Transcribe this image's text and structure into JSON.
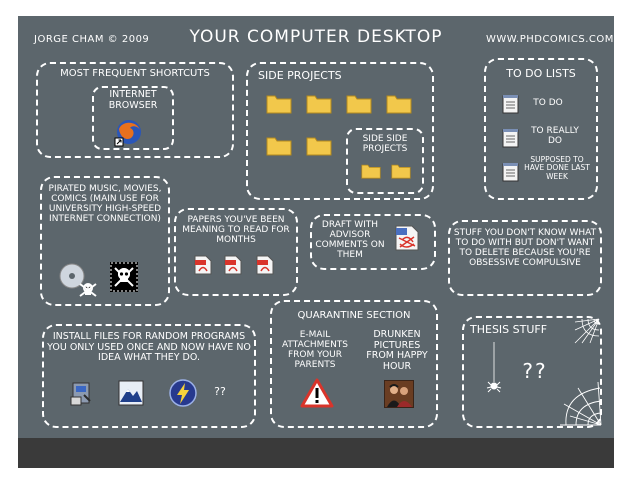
{
  "header": {
    "author": "Jorge Cham © 2009",
    "title": "Your Computer Desktop",
    "website": "www.phdcomics.com"
  },
  "zones": {
    "shortcuts": {
      "label": "Most frequent shortcuts",
      "browser_label": "Internet browser"
    },
    "side_projects": {
      "label": "Side projects",
      "nested_label": "Side side projects"
    },
    "todo": {
      "label": "To do lists",
      "items": [
        "To do",
        "To really do",
        "Supposed to have done last week"
      ]
    },
    "pirated": {
      "label": "Pirated music, movies, comics (main use for university high-speed internet connection)"
    },
    "papers": {
      "label": "Papers you've been meaning to read for months"
    },
    "draft": {
      "label": "Draft with advisor comments on them"
    },
    "stuff": {
      "label": "Stuff you don't know what to do with but don't want to delete because you're obsessive compulsive"
    },
    "install": {
      "label": "Install files for random programs you only used once and now have no idea what they do.",
      "unknown": "??"
    },
    "quarantine": {
      "label": "Quarantine section",
      "email": "E-mail attachments from your parents",
      "drunken": "Drunken pictures from happy hour"
    },
    "thesis": {
      "label": "Thesis stuff",
      "unknown": "??"
    }
  },
  "icons": {
    "folder": "folder-icon",
    "browser": "firefox-icon",
    "note": "notepad-icon",
    "pdf": "pdf-icon",
    "skull": "skull-icon",
    "warning": "warning-icon"
  },
  "colors": {
    "desktop": "#5c666c",
    "taskbar": "#3a3a3a",
    "folder": "#f2c84b",
    "pdf_red": "#d9342b"
  }
}
